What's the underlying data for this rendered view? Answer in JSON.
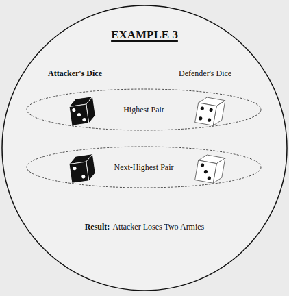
{
  "diagram": {
    "title": "EXAMPLE 3",
    "nodes": [
      {
        "text": [
          "Highest Pair"
        ]
      },
      {
        "text": [
          "Next-Highest Pair"
        ]
      }
    ],
    "labels": [
      "Attacker's Dice",
      "Defender's Dice",
      "Result:",
      "Attacker Loses Two Armies"
    ]
  }
}
